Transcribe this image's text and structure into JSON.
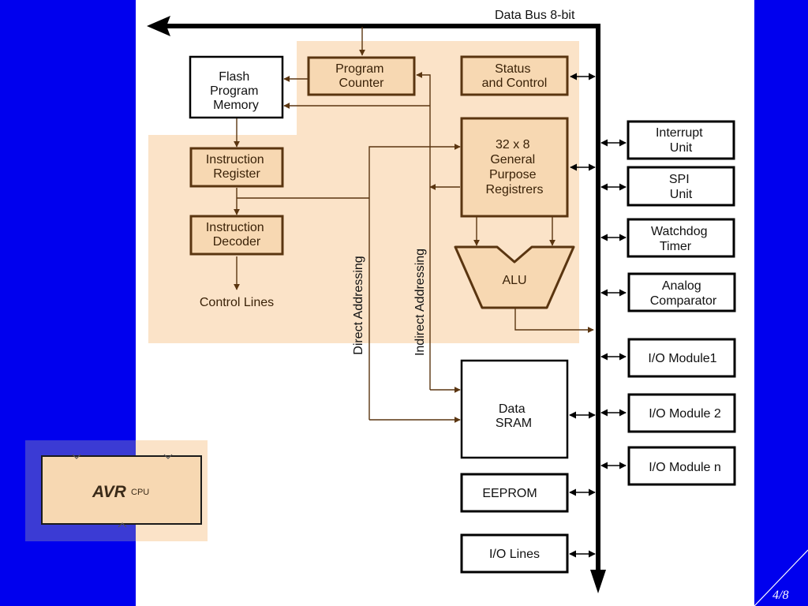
{
  "colors": {
    "slide_bg": "#0000ee",
    "panel_bg": "#ffffff",
    "core_region": "#fbe3c8",
    "core_block": "#f7d8b2",
    "core_border": "#5a3510",
    "bus": "#000000"
  },
  "bus": {
    "label": "Data Bus 8-bit"
  },
  "core": {
    "program_counter": [
      "Program",
      "Counter"
    ],
    "status_control": [
      "Status",
      "and Control"
    ],
    "instruction_register": [
      "Instruction",
      "Register"
    ],
    "instruction_decoder": [
      "Instruction",
      "Decoder"
    ],
    "control_lines": "Control Lines",
    "gp_registers": [
      "32 x 8",
      "General",
      "Purpose",
      "Registrers"
    ],
    "alu": "ALU"
  },
  "flash_memory": [
    "Flash",
    "Program",
    "Memory"
  ],
  "addressing": {
    "direct": "Direct Addressing",
    "indirect": "Indirect Addressing"
  },
  "data_sram": [
    "Data",
    "SRAM"
  ],
  "eeprom": "EEPROM",
  "io_lines": "I/O Lines",
  "peripherals": {
    "interrupt": [
      "Interrupt",
      "Unit"
    ],
    "spi": [
      "SPI",
      "Unit"
    ],
    "watchdog": [
      "Watchdog",
      "Timer"
    ],
    "analog": [
      "Analog",
      "Comparator"
    ],
    "io1": "I/O Module1",
    "io2": "I/O Module 2",
    "ion": "I/O Module n"
  },
  "inset": {
    "logo": "AVR",
    "label": "CPU"
  },
  "slide": {
    "page_number": "4/8"
  }
}
